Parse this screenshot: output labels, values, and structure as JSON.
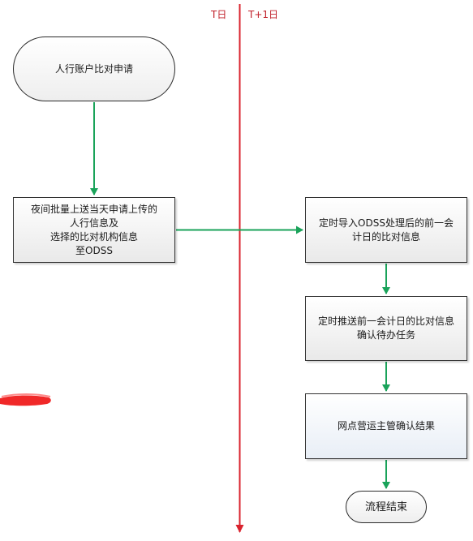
{
  "lanes": {
    "t_day": "T日",
    "t_plus_1_day": "T+1日"
  },
  "nodes": {
    "start": "人行账户比对申请",
    "upload_batch": "夜间批量上送当天申请上传的\n人行信息及\n选择的比对机构信息\n至ODSS",
    "import_results": "定时导入ODSS处理后的前一会\n计日的比对信息",
    "push_tasks": "定时推送前一会计日的比对信息\n确认待办任务",
    "branch_confirm": "网点营运主管确认结果",
    "end": "流程结束"
  },
  "colors": {
    "divider": "#d9232e",
    "arrow": "#1aa35a",
    "node_border": "#333333",
    "scribble": "#ee1111"
  }
}
